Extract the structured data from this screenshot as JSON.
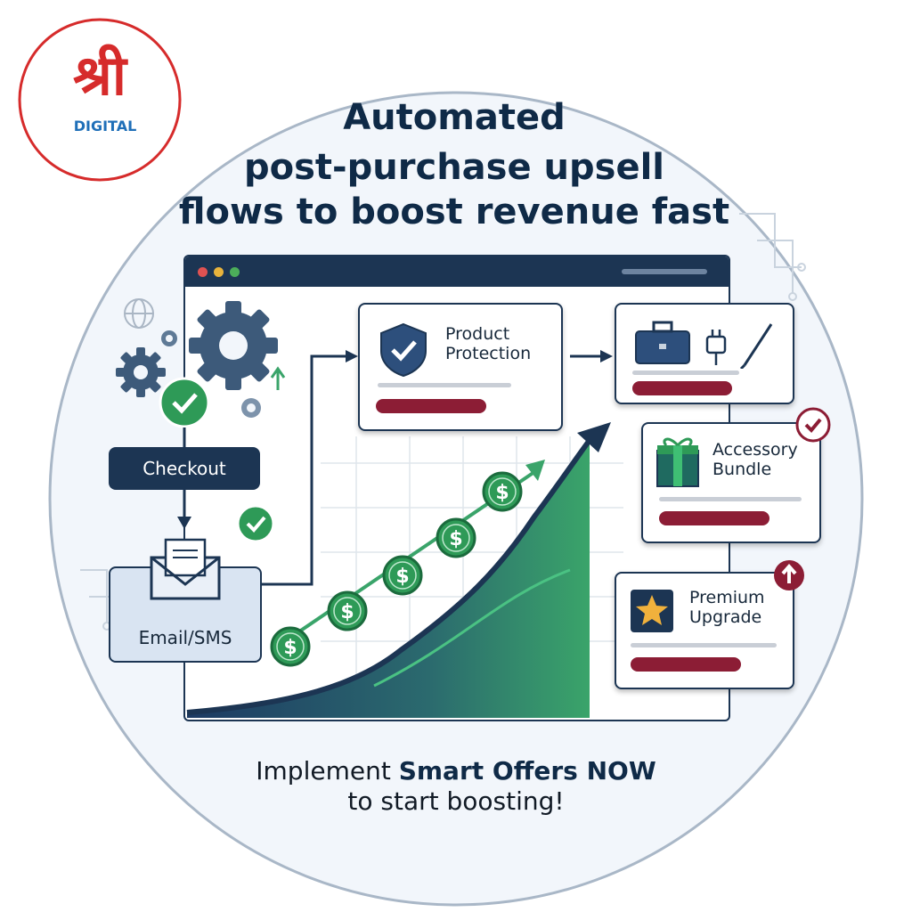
{
  "logo": {
    "glyph": "श्री",
    "text": "DIGITAL"
  },
  "title": {
    "line1": "Automated",
    "line2": "post-purchase upsell",
    "line3": "flows to boost revenue fast"
  },
  "flow": {
    "checkout_label": "Checkout",
    "email_label": "Email/SMS"
  },
  "offers": [
    {
      "label_line1": "Product",
      "label_line2": "Protection",
      "icon": "shield-check-icon"
    },
    {
      "label_line1": "",
      "label_line2": "",
      "icon": "briefcase-plug-pen-icons"
    },
    {
      "label_line1": "Accessory",
      "label_line2": "Bundle",
      "icon": "gift-box-icon"
    },
    {
      "label_line1": "Premium",
      "label_line2": "Upgrade",
      "icon": "star-icon"
    }
  ],
  "coins": [
    "$",
    "$",
    "$",
    "$",
    "$",
    "$"
  ],
  "footer": {
    "part1": "Implement ",
    "part2": "Smart Offers NOW",
    "line2": "to start boosting!"
  },
  "colors": {
    "navy": "#1c3553",
    "maroon": "#8c1d35",
    "green": "#2e9a57",
    "logo_red": "#d62b2b"
  }
}
